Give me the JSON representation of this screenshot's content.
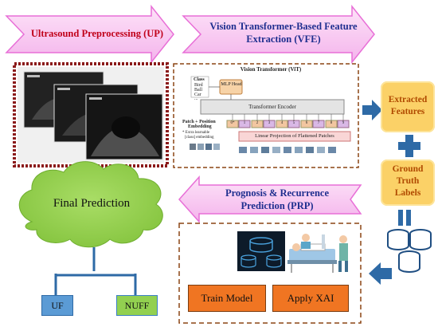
{
  "stage_labels": {
    "up": "Ultrasound Preprocessing (UP)",
    "vfe_line1": "Vision Transformer-Based Feature",
    "vfe_line2": "Extraction (VFE)",
    "prp_line1": "Prognosis & Recurrence",
    "prp_line2": "Prediction (PRP)"
  },
  "vit_panel": {
    "title": "Vision Transformer (ViT)",
    "class_labels": [
      "Class",
      "Bird",
      "Ball",
      "Car",
      "..."
    ],
    "mlp_head": "MLP Head",
    "encoder": "Transformer Encoder",
    "embedding_label_1": "Patch + Position",
    "embedding_label_2": "Embedding",
    "extra_note_1": "* Extra learnable",
    "extra_note_2": "[class] embedding",
    "tokens": [
      "0*",
      "1",
      "2",
      "3",
      "4",
      "5",
      "6",
      "7",
      "8",
      "9"
    ],
    "projection": "Linear Projection of Flattened Patches"
  },
  "extracted_features": {
    "line1": "Extracted",
    "line2": "Features"
  },
  "ground_truth": {
    "line1": "Ground",
    "line2": "Truth",
    "line3": "Labels"
  },
  "operators": {
    "plus": "+",
    "equals": "="
  },
  "final_prediction": "Final Prediction",
  "outcomes": [
    "UF",
    "NUFF"
  ],
  "actions": {
    "train": "Train Model",
    "xai": "Apply XAI"
  },
  "colors": {
    "arrow_fill": "#f6c6f0",
    "arrow_border": "#e86fd7",
    "up_text": "#c0001a",
    "vfe_text": "#1f2f8f",
    "prp_text": "#1f2f8f",
    "yellow_box": "#fbd167",
    "feature_text": "#b04a00",
    "connector_blue": "#2e6aa6",
    "cloud_green": "#92d050",
    "action_orange": "#f07522",
    "uf_blue": "#5b9bd5"
  },
  "icons": [
    "ultrasound-images",
    "transformer-diagram",
    "database-icon",
    "hospital-patient-illustration",
    "database-cylinders-icon",
    "arrow-right-icon",
    "arrow-left-icon",
    "arrow-down-icon"
  ]
}
